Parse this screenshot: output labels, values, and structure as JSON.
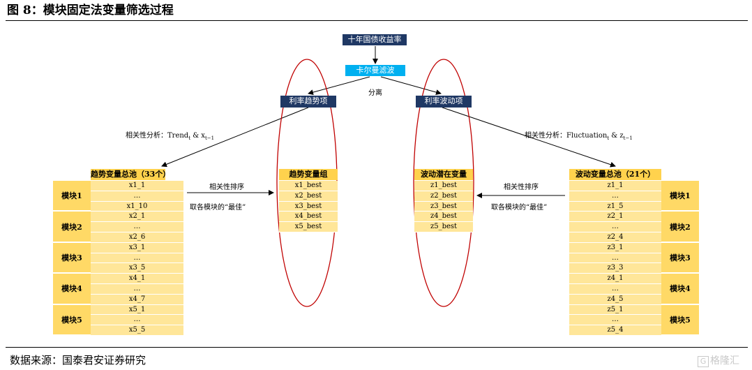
{
  "title": "图 8：模块固定法变量筛选过程",
  "source": "数据来源：国泰君安证券研究",
  "watermark": "格隆汇",
  "top": {
    "bond": "十年国债收益率",
    "kalman": "卡尔曼滤波",
    "split": "分离",
    "trend": "利率趋势项",
    "fluct": "利率波动项"
  },
  "corr_left": {
    "prefix": "相关性分析：Trend",
    "sub1": "t",
    "mid": " & x",
    "sub2": "t−1"
  },
  "corr_right": {
    "prefix": "相关性分析：Fluctuation",
    "sub1": "t",
    "mid": " & z",
    "sub2": "t−1"
  },
  "left_pool": {
    "header": "趋势变量总池（33个）",
    "modules": [
      "模块1",
      "模块2",
      "模块3",
      "模块4",
      "模块5"
    ],
    "groups": [
      [
        "x1_1",
        "…",
        "x1_10"
      ],
      [
        "x2_1",
        "…",
        "x2_6"
      ],
      [
        "x3_1",
        "…",
        "x3_5"
      ],
      [
        "x4_1",
        "…",
        "x4_7"
      ],
      [
        "x5_1",
        "…",
        "x5_5"
      ]
    ]
  },
  "right_pool": {
    "header": "波动变量总池（21个）",
    "modules": [
      "模块1",
      "模块2",
      "模块3",
      "模块4",
      "模块5"
    ],
    "groups": [
      [
        "z1_1",
        "…",
        "z1_5"
      ],
      [
        "z2_1",
        "…",
        "z2_4"
      ],
      [
        "z3_1",
        "…",
        "z3_3"
      ],
      [
        "z4_1",
        "…",
        "z4_5"
      ],
      [
        "z5_1",
        "…",
        "z5_4"
      ]
    ]
  },
  "trend_group": {
    "header": "趋势变量组",
    "items": [
      "x1_best",
      "x2_best",
      "x3_best",
      "x4_best",
      "x5_best"
    ]
  },
  "fluct_group": {
    "header": "波动潜在变量",
    "items": [
      "z1_best",
      "z2_best",
      "z3_best",
      "z4_best",
      "z5_best"
    ]
  },
  "sort_left": {
    "line1": "相关性排序",
    "line2": "取各模块的“最佳”"
  },
  "sort_right": {
    "line1": "相关性排序",
    "line2": "取各模块的“最佳”"
  },
  "colors": {
    "navy": "#1f3864",
    "cyan": "#00b0f0",
    "gold": "#ffd24d",
    "light_gold": "#ffe699",
    "ellipse": "#c00000"
  }
}
